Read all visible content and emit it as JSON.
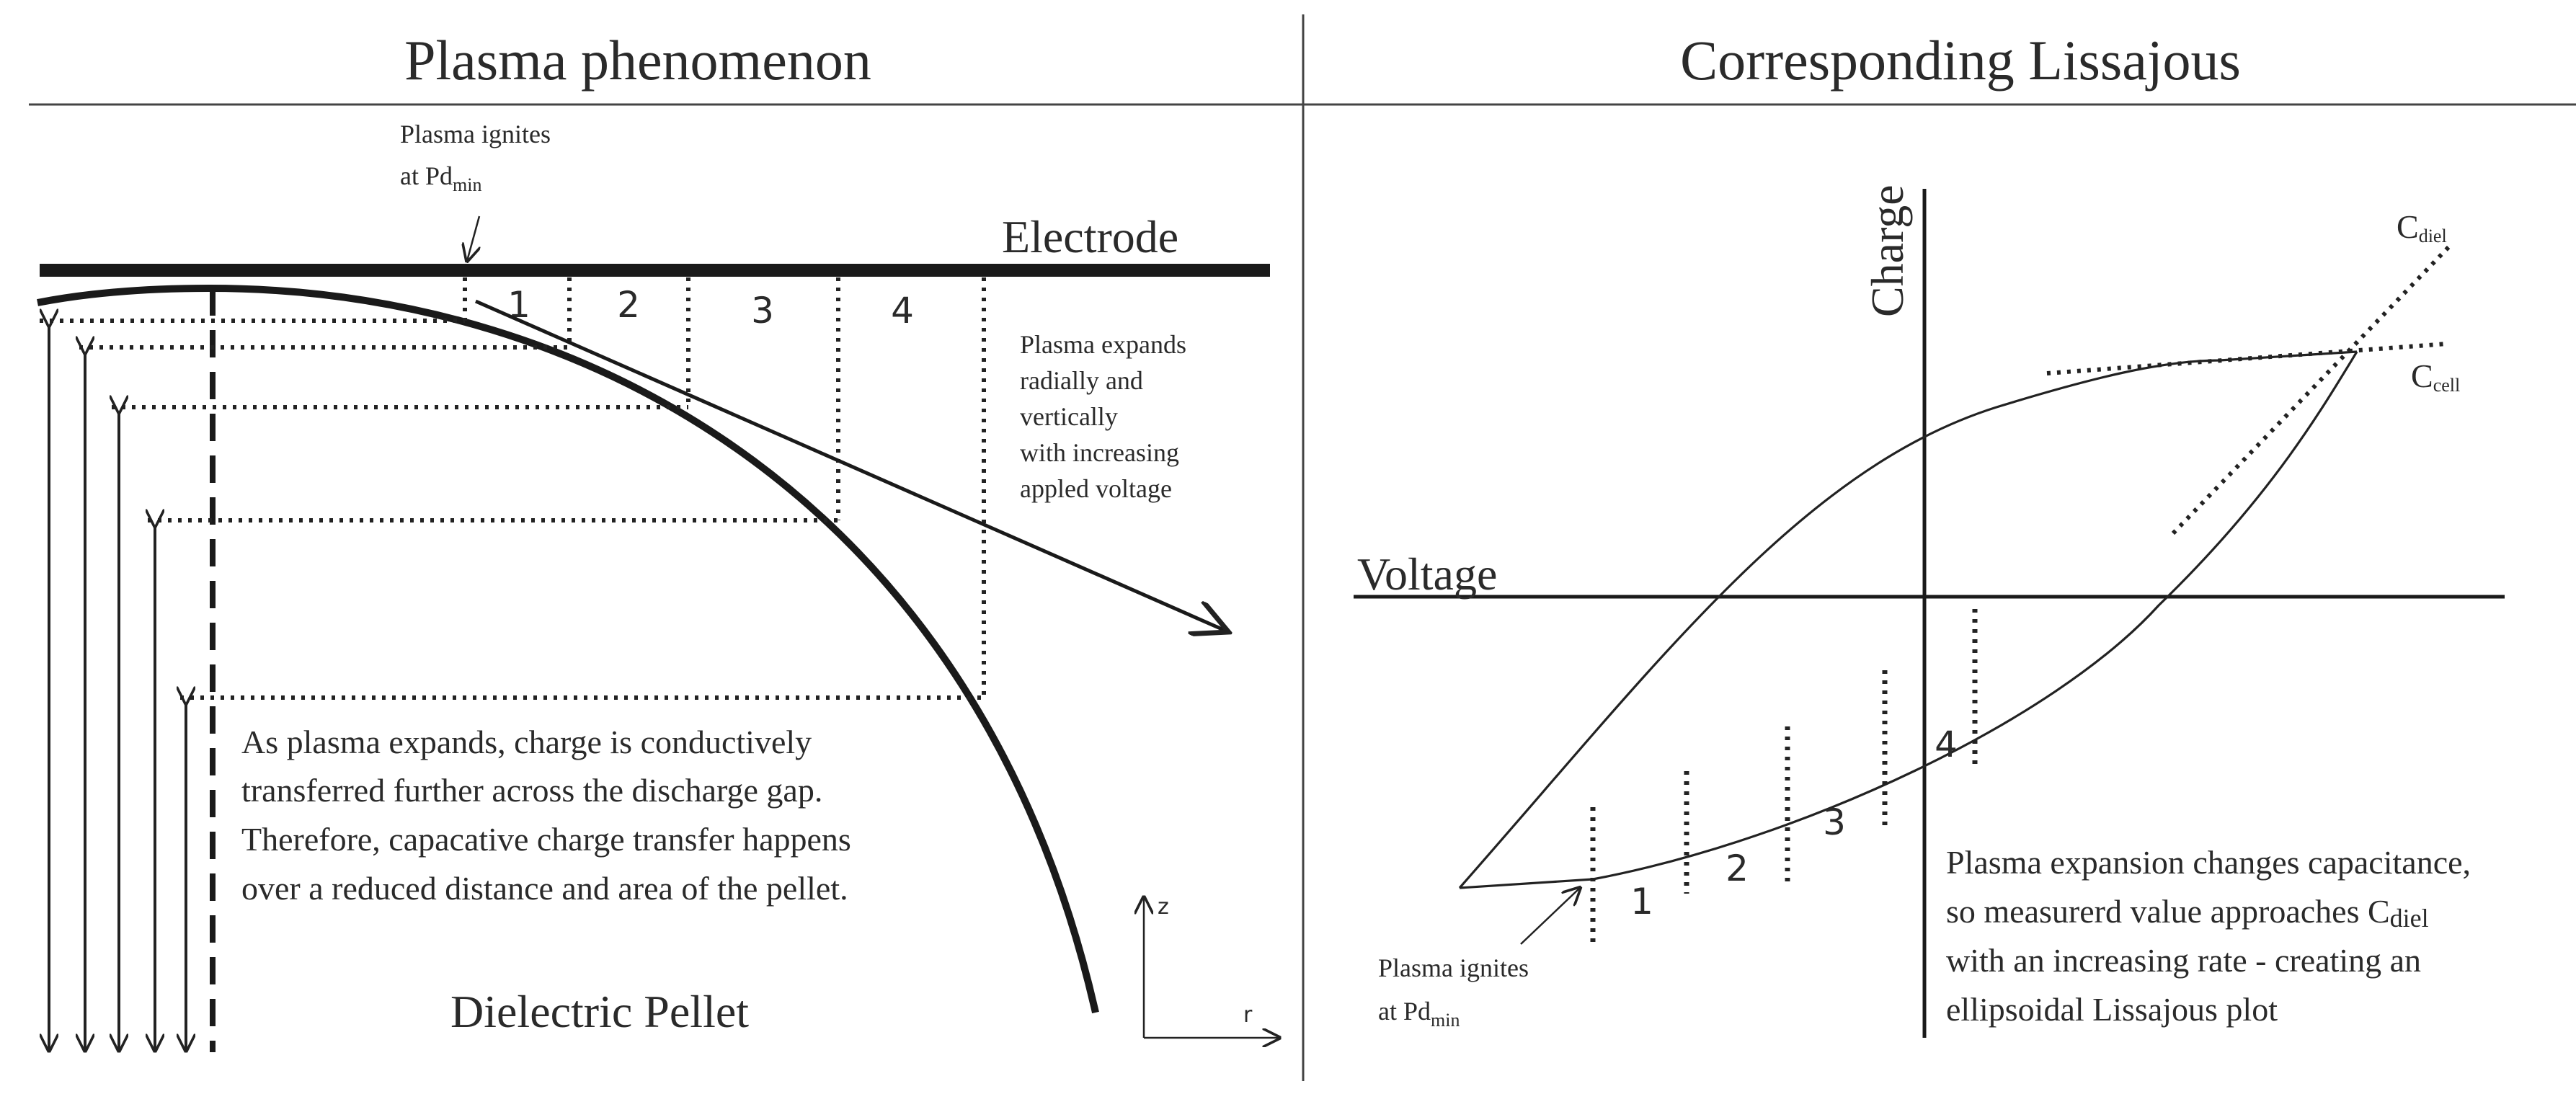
{
  "left_panel": {
    "title": "Plasma phenomenon",
    "electrode_label": "Electrode",
    "ignite_label": {
      "line1": "Plasma ignites",
      "line2": "at Pd",
      "sub": "min"
    },
    "region_numbers": [
      "1",
      "2",
      "3",
      "4"
    ],
    "expand_note": [
      "Plasma expands",
      "radially and",
      "vertically",
      "with increasing",
      "appled voltage"
    ],
    "charge_note": [
      "As plasma expands, charge is conductively",
      "transferred further across the discharge gap.",
      "Therefore, capacative charge transfer happens",
      "over a reduced distance and area of the pellet."
    ],
    "pellet_label": "Dielectric Pellet",
    "axis_z": "z",
    "axis_r": "r"
  },
  "right_panel": {
    "title": "Corresponding Lissajous",
    "charge_axis": "Charge",
    "voltage_axis": "Voltage",
    "c_diel": {
      "main": "C",
      "sub": "diel"
    },
    "c_cell": {
      "main": "C",
      "sub": "cell"
    },
    "region_numbers": [
      "1",
      "2",
      "3",
      "4"
    ],
    "ignite_label": {
      "line1": "Plasma ignites",
      "line2": "at Pd",
      "sub": "min"
    },
    "note": {
      "line1": "Plasma expansion changes capacitance,",
      "line2_pre": "so measurerd value approaches C",
      "line2_sub": "diel",
      "line3": "with an increasing rate - creating an",
      "line4": "ellipsoidal Lissajous plot"
    }
  }
}
